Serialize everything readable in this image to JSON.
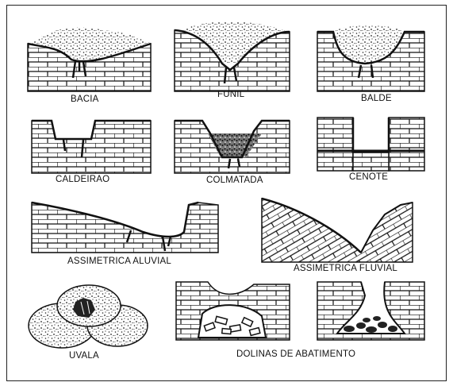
{
  "labels": {
    "bacia": "BACIA",
    "funil": "FUNIL",
    "balde": "BALDE",
    "caldeirao": "CALDEIRAO",
    "colmatada": "COLMATADA",
    "cenote": "CENOTE",
    "assimetrica_aluvial": "ASSIMETRICA ALUVIAL",
    "assimetrica_fluvial": "ASSIMETRICA FLUVIAL",
    "uvala": "UVALA",
    "dolinas_abatimento": "DOLINAS DE ABATIMENTO"
  },
  "colors": {
    "ink": "#1a1a1a",
    "fill": "#2a2a2a",
    "paper": "#ffffff"
  }
}
